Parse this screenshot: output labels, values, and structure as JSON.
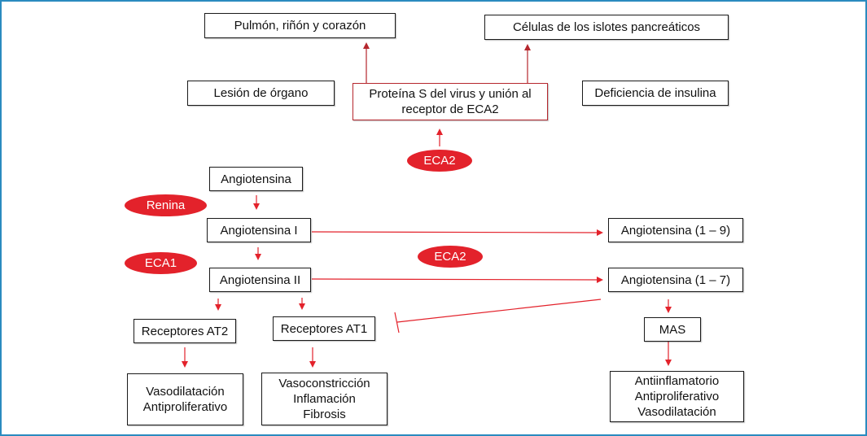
{
  "colors": {
    "frame_border": "#2a8bbf",
    "enzyme_fill": "#e3222b",
    "arrow": "#e3222b",
    "highlight_border": "#b5262d",
    "box_border": "#1a1a1a"
  },
  "top": {
    "organs": "Pulmón, riñón y corazón",
    "islets": "Células de los islotes pancreáticos",
    "organ_damage": "Lesión de órgano",
    "spike_line1": "Proteína S del virus y unión al",
    "spike_line2": "receptor de ECA2",
    "insulin_deficiency": "Deficiencia de insulina"
  },
  "enzymes": {
    "eca2_top": "ECA2",
    "renina": "Renina",
    "eca1": "ECA1",
    "eca2_middle": "ECA2"
  },
  "cascade": {
    "angiotensinogen": "Angiotensina",
    "ang1": "Angiotensina I",
    "ang2": "Angiotensina II",
    "ang1_9": "Angiotensina (1 – 9)",
    "ang1_7": "Angiotensina (1 – 7)",
    "mas": "MAS"
  },
  "receptors": {
    "at2": "Receptores AT2",
    "at1": "Receptores AT1"
  },
  "effects": {
    "at2": [
      "Vasodilatación",
      "Antiproliferativo"
    ],
    "at1": [
      "Vasoconstricción",
      "Inflamación",
      "Fibrosis"
    ],
    "mas": [
      "Antiinflamatorio",
      "Antiproliferativo",
      "Vasodilatación"
    ]
  }
}
